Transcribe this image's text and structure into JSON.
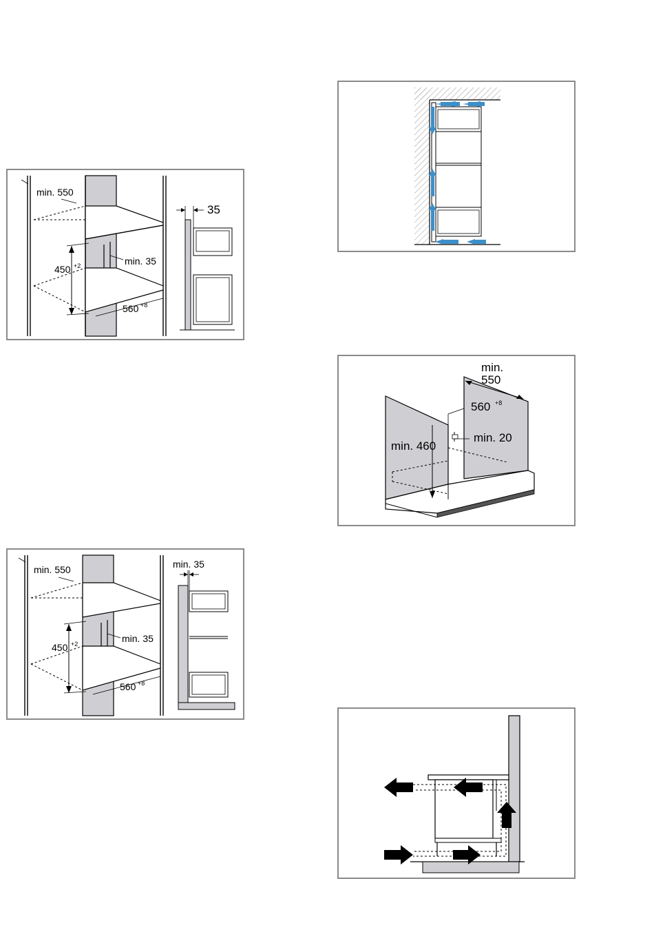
{
  "figures": {
    "fig1": {
      "min_550": "min. 550",
      "dim_450": "450",
      "dim_450_tol": "+2",
      "min_35": "min. 35",
      "dim_560": "560",
      "dim_560_tol": "+8",
      "side_35": "35"
    },
    "fig2": {},
    "fig3": {
      "min": "min.",
      "v550": "550",
      "dim_560": "560",
      "dim_560_tol": "+8",
      "min_20": "min. 20",
      "min_460": "min. 460"
    },
    "fig4": {
      "min_550": "min. 550",
      "dim_450": "450",
      "dim_450_tol": "+2",
      "min_35": "min. 35",
      "dim_560": "560",
      "dim_560_tol": "+8",
      "side_min_35": "min. 35"
    },
    "fig5": {}
  },
  "colors": {
    "wall_grey": "#cfcfd3",
    "airflow_blue": "#3d8fc9",
    "frame": "#8a8a8a"
  }
}
